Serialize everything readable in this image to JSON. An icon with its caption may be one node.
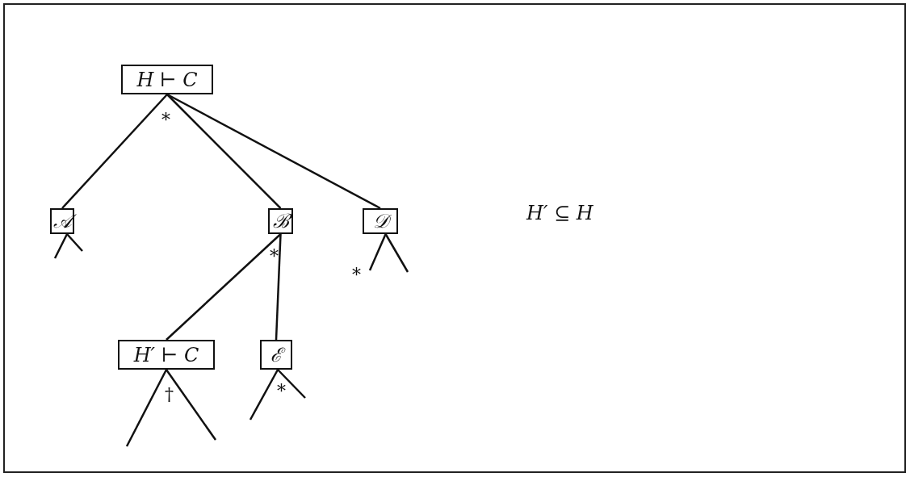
{
  "diagram": {
    "nodes": [
      {
        "text": [
          "H ⊢ C"
        ]
      },
      {
        "text": [
          "𝒜"
        ]
      },
      {
        "text": [
          "ℬ"
        ]
      },
      {
        "text": [
          "𝒟"
        ]
      },
      {
        "text": [
          "H′ ⊢ C"
        ]
      },
      {
        "text": [
          "ℰ"
        ]
      }
    ],
    "edges": [
      {
        "from": 0,
        "to": 1,
        "arrow": "none"
      },
      {
        "from": 0,
        "to": 2,
        "arrow": "none"
      },
      {
        "from": 0,
        "to": 3,
        "arrow": "none"
      },
      {
        "from": 1,
        "to": null,
        "arrow": "none"
      },
      {
        "from": 1,
        "to": null,
        "arrow": "none"
      },
      {
        "from": 2,
        "to": 4,
        "arrow": "none"
      },
      {
        "from": 2,
        "to": 5,
        "arrow": "none"
      },
      {
        "from": 3,
        "to": null,
        "arrow": "none"
      },
      {
        "from": 3,
        "to": null,
        "arrow": "none"
      },
      {
        "from": 4,
        "to": null,
        "arrow": "none"
      },
      {
        "from": 4,
        "to": null,
        "arrow": "none"
      },
      {
        "from": 5,
        "to": null,
        "arrow": "none"
      },
      {
        "from": 5,
        "to": null,
        "arrow": "none"
      }
    ],
    "labels": [
      "*",
      "H′ ⊆ H",
      "*",
      "*",
      "†",
      "*"
    ]
  }
}
